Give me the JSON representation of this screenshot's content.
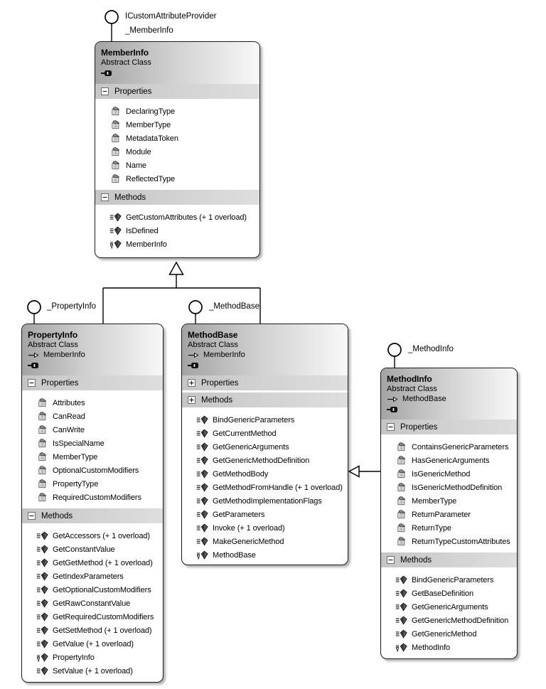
{
  "colors": {
    "background": "#ffffff",
    "box_border": "#1a1a1a",
    "header_gradient_left": "#a4a4a4",
    "header_gradient_right": "#f8f8f8",
    "section_bar_left": "#c6c6c6",
    "section_bar_right": "#dedede",
    "connector": "#000000"
  },
  "lollipops": [
    {
      "labels": [
        "ICustomAttributeProvider",
        "_MemberInfo"
      ]
    },
    {
      "labels": [
        "_PropertyInfo"
      ]
    },
    {
      "labels": [
        "_MethodBase"
      ]
    },
    {
      "labels": [
        "_MethodInfo"
      ]
    }
  ],
  "classes": [
    {
      "name": "MemberInfo",
      "kind": "Abstract Class",
      "sections": [
        {
          "title": "Properties",
          "collapsed": false,
          "items": [
            {
              "icon": "property-icon",
              "label": "DeclaringType"
            },
            {
              "icon": "property-icon",
              "label": "MemberType"
            },
            {
              "icon": "property-icon",
              "label": "MetadataToken"
            },
            {
              "icon": "property-icon",
              "label": "Module"
            },
            {
              "icon": "property-icon",
              "label": "Name"
            },
            {
              "icon": "property-icon",
              "label": "ReflectedType"
            }
          ]
        },
        {
          "title": "Methods",
          "collapsed": false,
          "items": [
            {
              "icon": "method-icon",
              "label": "GetCustomAttributes (+ 1 overload)"
            },
            {
              "icon": "method-icon",
              "label": "IsDefined"
            },
            {
              "icon": "protected-method-icon",
              "label": "MemberInfo"
            }
          ]
        }
      ]
    },
    {
      "name": "PropertyInfo",
      "kind": "Abstract Class",
      "base": "MemberInfo",
      "sections": [
        {
          "title": "Properties",
          "collapsed": false,
          "items": [
            {
              "icon": "property-icon",
              "label": "Attributes"
            },
            {
              "icon": "property-icon",
              "label": "CanRead"
            },
            {
              "icon": "property-icon",
              "label": "CanWrite"
            },
            {
              "icon": "property-icon",
              "label": "IsSpecialName"
            },
            {
              "icon": "property-icon",
              "label": "MemberType"
            },
            {
              "icon": "property-icon",
              "label": "OptionalCustomModifiers"
            },
            {
              "icon": "property-icon",
              "label": "PropertyType"
            },
            {
              "icon": "property-icon",
              "label": "RequiredCustomModifiers"
            }
          ]
        },
        {
          "title": "Methods",
          "collapsed": false,
          "items": [
            {
              "icon": "method-icon",
              "label": "GetAccessors (+ 1 overload)"
            },
            {
              "icon": "method-icon",
              "label": "GetConstantValue"
            },
            {
              "icon": "method-icon",
              "label": "GetGetMethod (+ 1 overload)"
            },
            {
              "icon": "method-icon",
              "label": "GetIndexParameters"
            },
            {
              "icon": "method-icon",
              "label": "GetOptionalCustomModifiers"
            },
            {
              "icon": "method-icon",
              "label": "GetRawConstantValue"
            },
            {
              "icon": "method-icon",
              "label": "GetRequiredCustomModifiers"
            },
            {
              "icon": "method-icon",
              "label": "GetSetMethod (+ 1 overload)"
            },
            {
              "icon": "method-icon",
              "label": "GetValue (+ 1 overload)"
            },
            {
              "icon": "protected-method-icon",
              "label": "PropertyInfo"
            },
            {
              "icon": "method-icon",
              "label": "SetValue (+ 1 overload)"
            }
          ]
        }
      ]
    },
    {
      "name": "MethodBase",
      "kind": "Abstract Class",
      "base": "MemberInfo",
      "sections": [
        {
          "title": "Properties",
          "collapsed": true,
          "items": []
        },
        {
          "title": "Methods",
          "collapsed": true,
          "items": [
            {
              "icon": "method-icon",
              "label": "BindGenericParameters"
            },
            {
              "icon": "method-icon",
              "label": "GetCurrentMethod"
            },
            {
              "icon": "method-icon",
              "label": "GetGenericArguments"
            },
            {
              "icon": "method-icon",
              "label": "GetGenericMethodDefinition"
            },
            {
              "icon": "method-icon",
              "label": "GetMethodBody"
            },
            {
              "icon": "method-icon",
              "label": "GetMethodFromHandle (+ 1 overload)"
            },
            {
              "icon": "method-icon",
              "label": "GetMethodImplementationFlags"
            },
            {
              "icon": "method-icon",
              "label": "GetParameters"
            },
            {
              "icon": "method-icon",
              "label": "Invoke (+ 1 overload)"
            },
            {
              "icon": "method-icon",
              "label": "MakeGenericMethod"
            },
            {
              "icon": "protected-method-icon",
              "label": "MethodBase"
            }
          ]
        }
      ]
    },
    {
      "name": "MethodInfo",
      "kind": "Abstract Class",
      "base": "MethodBase",
      "sections": [
        {
          "title": "Properties",
          "collapsed": false,
          "items": [
            {
              "icon": "property-icon",
              "label": "ContainsGenericParameters"
            },
            {
              "icon": "property-icon",
              "label": "HasGenericArguments"
            },
            {
              "icon": "property-icon",
              "label": "IsGenericMethod"
            },
            {
              "icon": "property-icon",
              "label": "IsGenericMethodDefinition"
            },
            {
              "icon": "property-icon",
              "label": "MemberType"
            },
            {
              "icon": "property-icon",
              "label": "ReturnParameter"
            },
            {
              "icon": "property-icon",
              "label": "ReturnType"
            },
            {
              "icon": "property-icon",
              "label": "ReturnTypeCustomAttributes"
            }
          ]
        },
        {
          "title": "Methods",
          "collapsed": false,
          "items": [
            {
              "icon": "method-icon",
              "label": "BindGenericParameters"
            },
            {
              "icon": "method-icon",
              "label": "GetBaseDefinition"
            },
            {
              "icon": "method-icon",
              "label": "GetGenericArguments"
            },
            {
              "icon": "method-icon",
              "label": "GetGenericMethodDefinition"
            },
            {
              "icon": "method-icon",
              "label": "GetGenericMethod"
            },
            {
              "icon": "protected-method-icon",
              "label": "MethodInfo"
            }
          ]
        }
      ]
    }
  ]
}
